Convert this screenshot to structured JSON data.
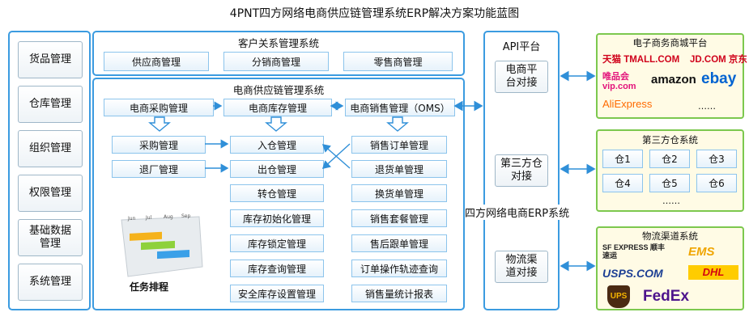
{
  "title": "4PNT四方网络电商供应链管理系统ERP解决方案功能蓝图",
  "left_menu": [
    "货品管理",
    "仓库管理",
    "组织管理",
    "权限管理",
    "基础数据管理",
    "系统管理"
  ],
  "crm": {
    "title": "客户关系管理系统",
    "items": [
      "供应商管理",
      "分销商管理",
      "零售商管理"
    ]
  },
  "scm": {
    "title": "电商供应链管理系统",
    "purchase": {
      "title": "电商采购管理",
      "items": [
        "采购管理",
        "退厂管理"
      ]
    },
    "inventory": {
      "title": "电商库存管理",
      "items": [
        "入仓管理",
        "出仓管理",
        "转仓管理",
        "库存初始化管理",
        "库存锁定管理",
        "库存查询管理",
        "安全库存设置管理"
      ]
    },
    "sales": {
      "title": "电商销售管理（OMS）",
      "items": [
        "销售订单管理",
        "退货单管理",
        "换货单管理",
        "销售套餐管理",
        "售后跟单管理",
        "订单操作轨迹查询",
        "销售量统计报表"
      ]
    },
    "gantt": {
      "caption": "任务排程",
      "months": [
        "Jun",
        "Jul",
        "Aug",
        "Sep"
      ]
    }
  },
  "api": {
    "title": "API平台",
    "items": [
      "电商平台对接",
      "第三方仓对接",
      "物流渠道对接"
    ]
  },
  "system_label": "四方网络电商ERP系统",
  "ecommerce": {
    "title": "电子商务商城平台",
    "logos": [
      "天猫 TMALL.COM",
      "JD.COM 京东",
      "唯品会 vip.com",
      "amazon",
      "ebay",
      "AliExpress"
    ],
    "more": "……"
  },
  "warehouses": {
    "title": "第三方仓系统",
    "items": [
      "仓1",
      "仓2",
      "仓3",
      "仓4",
      "仓5",
      "仓6"
    ],
    "more": "……"
  },
  "logistics": {
    "title": "物流渠道系统",
    "logos": [
      "SF EXPRESS 顺丰速运",
      "EMS",
      "USPS.COM",
      "DHL",
      "UPS",
      "FedEx"
    ]
  },
  "colors": {
    "border": "#3b9be0",
    "arrow": "#2f8fd8",
    "green": "#7cc84e",
    "panel_bg": "#fffbe5"
  }
}
